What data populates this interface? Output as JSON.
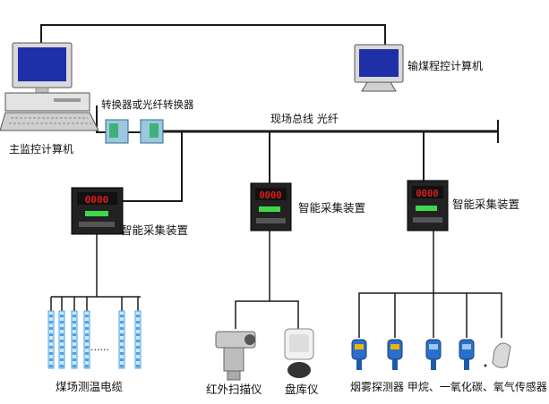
{
  "labels": {
    "main_computer": "主监控计算机",
    "remote_computer": "输煤程控计算机",
    "converters": "转换器或光纤转换器",
    "fieldbus": "现场总线 光纤",
    "acq_left": "智能采集装置",
    "acq_mid": "智能采集装置",
    "acq_right": "智能采集装置",
    "temp_cable": "煤场测温电缆",
    "ir_scanner": "红外扫描仪",
    "inventory": "盘库仪",
    "sensors": "烟雾探测器 甲烷、一氧化碳、氧气传感器"
  },
  "device": {
    "display_value": "0000"
  },
  "cable": {
    "ellipsis": "......"
  },
  "colors": {
    "line": "#1a1a1a",
    "screen": "#1f2fa8",
    "led": "#e11a1a",
    "cable_blue": "#4aa3e6",
    "sensor_blue": "#2a6fc9"
  }
}
